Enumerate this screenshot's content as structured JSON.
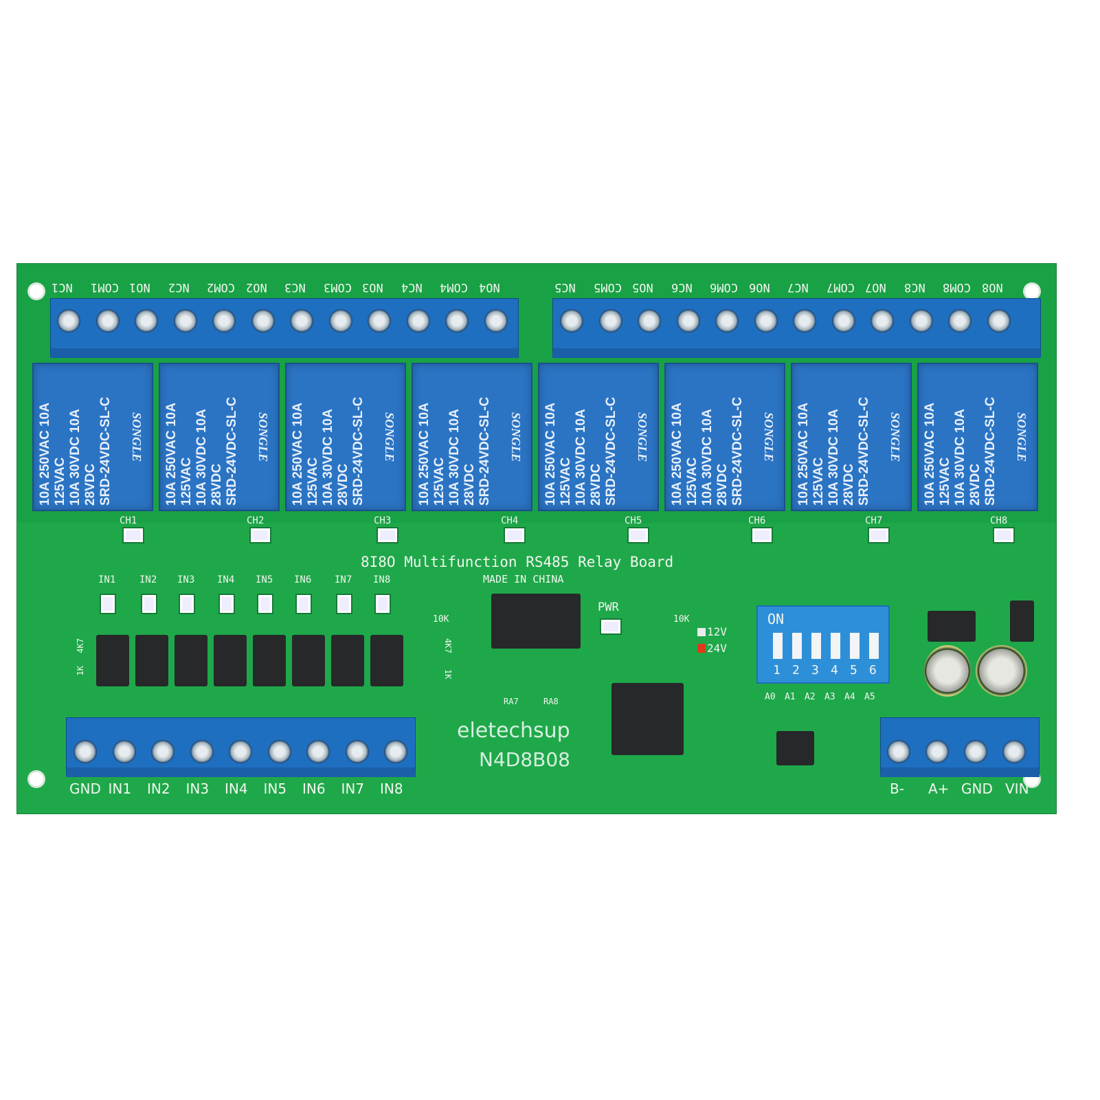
{
  "board": {
    "title": "8I8O Multifunction RS485 Relay Board",
    "made_in": "MADE IN CHINA",
    "brand": "eletechsup",
    "model": "N4D8B08",
    "pcb_color": "#1fa84a",
    "terminal_color": "#1f6fc0"
  },
  "relay_terminals": [
    "NC1",
    "COM1",
    "NO1",
    "NC2",
    "COM2",
    "NO2",
    "NC3",
    "COM3",
    "NO3",
    "NC4",
    "COM4",
    "NO4",
    "NC5",
    "COM5",
    "NO5",
    "NC6",
    "COM6",
    "NO6",
    "NC7",
    "COM7",
    "NO7",
    "NC8",
    "COM8",
    "NO8"
  ],
  "relay": {
    "brand": "SONGLE",
    "lines": [
      "10A 250VAC 10A 125VAC",
      "10A 30VDC 10A 28VDC",
      "SRD-24VDC-SL-C"
    ],
    "count": 8
  },
  "channel_leds": [
    "CH1",
    "CH2",
    "CH3",
    "CH4",
    "CH5",
    "CH6",
    "CH7",
    "CH8"
  ],
  "input_leds": [
    "IN1",
    "IN2",
    "IN3",
    "IN4",
    "IN5",
    "IN6",
    "IN7",
    "IN8"
  ],
  "input_terminals": [
    "GND",
    "IN1",
    "IN2",
    "IN3",
    "IN4",
    "IN5",
    "IN6",
    "IN7",
    "IN8"
  ],
  "power_terminals": [
    "B-",
    "A+",
    "GND",
    "VIN"
  ],
  "pwr_label": "PWR",
  "voltage": {
    "v12": "12V",
    "v24": "24V",
    "selected_color": "#e03a1a"
  },
  "resistors": {
    "r1": "10K",
    "r2": "10K",
    "r3": "4K7",
    "r4": "1K",
    "r5": "4K7",
    "r6": "1K",
    "ra7": "RA7",
    "ra8": "RA8"
  },
  "dip": {
    "on_label": "ON",
    "numbers": [
      "1",
      "2",
      "3",
      "4",
      "5",
      "6"
    ],
    "address_labels": [
      "A0",
      "A1",
      "A2",
      "A3",
      "A4",
      "A5"
    ]
  }
}
